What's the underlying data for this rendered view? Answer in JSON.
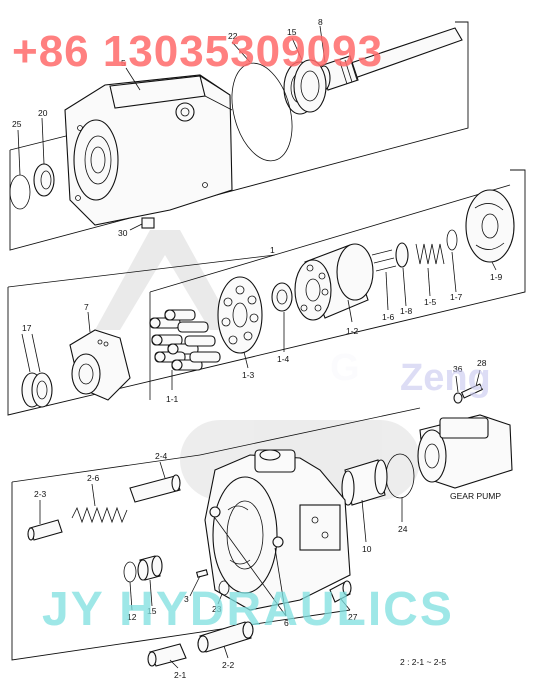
{
  "watermarks": {
    "phone": "+86 13035309093",
    "brand": "JY HYDRAULICS",
    "zeng": "Zeng"
  },
  "callouts": {
    "p8": "8",
    "p22": "22",
    "p15a": "15",
    "p5": "5",
    "p20": "20",
    "p25": "25",
    "p30": "30",
    "p1": "1",
    "p7": "7",
    "p17": "17",
    "p1_1": "1-1",
    "p1_3": "1-3",
    "p1_4": "1-4",
    "p1_2": "1-2",
    "p1_6": "1-6",
    "p1_8": "1-8",
    "p1_5": "1-5",
    "p1_7": "1-7",
    "p1_9": "1-9",
    "p36": "36",
    "p28": "28",
    "p2_4": "2-4",
    "p2_6": "2-6",
    "p2_3": "2-3",
    "p12": "12",
    "p15b": "15",
    "p3": "3",
    "p23": "23",
    "p6": "6",
    "p27": "27",
    "p10": "10",
    "p24": "24",
    "p2_1": "2-1",
    "p2_2": "2-2"
  },
  "gear_pump_label": "GEAR PUMP",
  "footnote": "2 : 2-1 ~ 2-5",
  "colors": {
    "phone_watermark": "#ff6a6a",
    "brand_watermark": "#7ee0e0",
    "zeng_watermark": "#c8c8f0",
    "line": "#111111"
  }
}
